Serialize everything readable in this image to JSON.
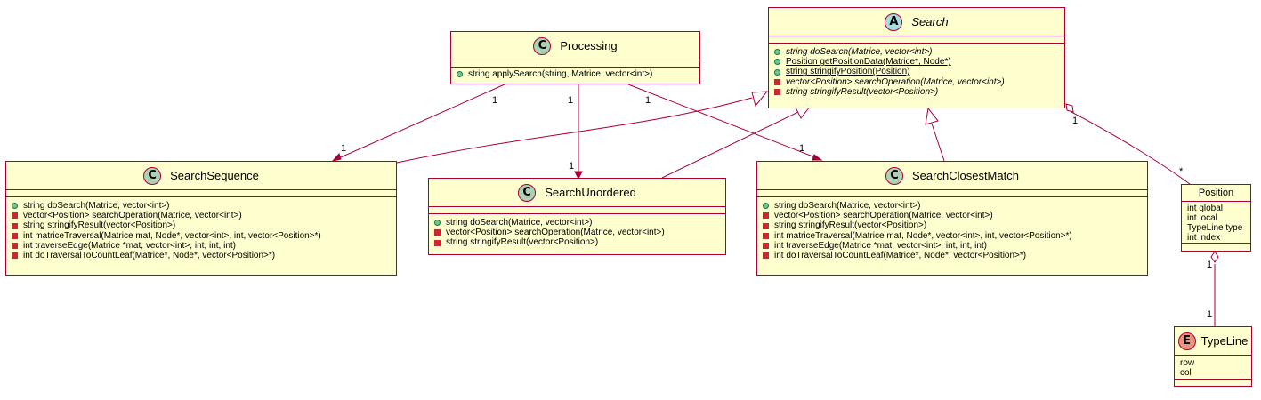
{
  "classes": {
    "search": {
      "name": "Search",
      "stereotype_letter": "A",
      "badge_color": "#A9DCDF",
      "operations": [
        {
          "vis": "public",
          "text": "string doSearch(Matrice, vector<int>)",
          "italic": true,
          "underline": false
        },
        {
          "vis": "public",
          "text": "Position getPositionData(Matrice*, Node*)",
          "italic": false,
          "underline": true
        },
        {
          "vis": "public",
          "text": "string stringifyPosition(Position)",
          "italic": false,
          "underline": true
        },
        {
          "vis": "private",
          "text": "vector<Position> searchOperation(Matrice, vector<int>)",
          "italic": true,
          "underline": false
        },
        {
          "vis": "private",
          "text": "string stringifyResult(vector<Position>)",
          "italic": true,
          "underline": false
        }
      ]
    },
    "processing": {
      "name": "Processing",
      "stereotype_letter": "C",
      "badge_color": "#ADD1B2",
      "operations": [
        {
          "vis": "public",
          "text": "string applySearch(string, Matrice, vector<int>)"
        }
      ]
    },
    "search_sequence": {
      "name": "SearchSequence",
      "stereotype_letter": "C",
      "badge_color": "#ADD1B2",
      "operations": [
        {
          "vis": "public",
          "text": "string doSearch(Matrice, vector<int>)"
        },
        {
          "vis": "private",
          "text": "vector<Position> searchOperation(Matrice, vector<int>)"
        },
        {
          "vis": "private",
          "text": "string stringifyResult(vector<Position>)"
        },
        {
          "vis": "private",
          "text": "int matriceTraversal(Matrice mat, Node*, vector<int>, int, vector<Position>*)"
        },
        {
          "vis": "private",
          "text": "int traverseEdge(Matrice *mat, vector<int>, int, int, int)"
        },
        {
          "vis": "private",
          "text": "int doTraversalToCountLeaf(Matrice*, Node*, vector<Position>*)"
        }
      ]
    },
    "search_unordered": {
      "name": "SearchUnordered",
      "stereotype_letter": "C",
      "badge_color": "#ADD1B2",
      "operations": [
        {
          "vis": "public",
          "text": "string doSearch(Matrice, vector<int>)"
        },
        {
          "vis": "private",
          "text": "vector<Position> searchOperation(Matrice, vector<int>)"
        },
        {
          "vis": "private",
          "text": "string stringifyResult(vector<Position>)"
        }
      ]
    },
    "search_closest_match": {
      "name": "SearchClosestMatch",
      "stereotype_letter": "C",
      "badge_color": "#ADD1B2",
      "operations": [
        {
          "vis": "public",
          "text": "string doSearch(Matrice, vector<int>)"
        },
        {
          "vis": "private",
          "text": "vector<Position> searchOperation(Matrice, vector<int>)"
        },
        {
          "vis": "private",
          "text": "string stringifyResult(vector<Position>)"
        },
        {
          "vis": "private",
          "text": "int matriceTraversal(Matrice mat, Node*, vector<int>, int, vector<Position>*)"
        },
        {
          "vis": "private",
          "text": "int traverseEdge(Matrice *mat, vector<int>, int, int, int)"
        },
        {
          "vis": "private",
          "text": "int doTraversalToCountLeaf(Matrice*, Node*, vector<Position>*)"
        }
      ]
    },
    "position": {
      "name": "Position",
      "fields": [
        "int global",
        "int local",
        "TypeLine type",
        "int index"
      ]
    },
    "type_line": {
      "name": "TypeLine",
      "stereotype_letter": "E",
      "badge_color": "#EB937F",
      "fields": [
        "row",
        "col"
      ]
    }
  },
  "multiplicities": {
    "proc_to_sequence_src": "1",
    "proc_to_sequence_dst": "1",
    "proc_to_unordered_src": "1",
    "proc_to_unordered_dst": "1",
    "proc_to_closest_src": "1",
    "proc_to_closest_dst": "1",
    "search_to_position_src": "1",
    "search_to_position_dst": "*",
    "position_to_typeline_src": "1",
    "position_to_typeline_dst": "1"
  },
  "colors": {
    "class_fill": "#FEFECE",
    "border": "#A80036",
    "public_fill": "#84BE84",
    "private_fill": "#C82930"
  }
}
